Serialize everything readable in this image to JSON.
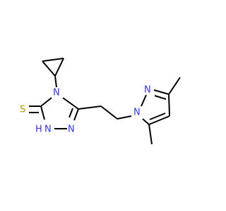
{
  "molecule": {
    "atoms": {
      "sulfur": "S",
      "triazole_n4": "N",
      "triazole_n2": "N",
      "triazole_n1": "N",
      "triazole_n1_h": "H",
      "pyrazole_n1": "N",
      "pyrazole_n2": "N"
    },
    "colors": {
      "bond": "#000000",
      "nitrogen": "#3333ff",
      "sulfur": "#b29900",
      "carbon": "#000000"
    }
  }
}
